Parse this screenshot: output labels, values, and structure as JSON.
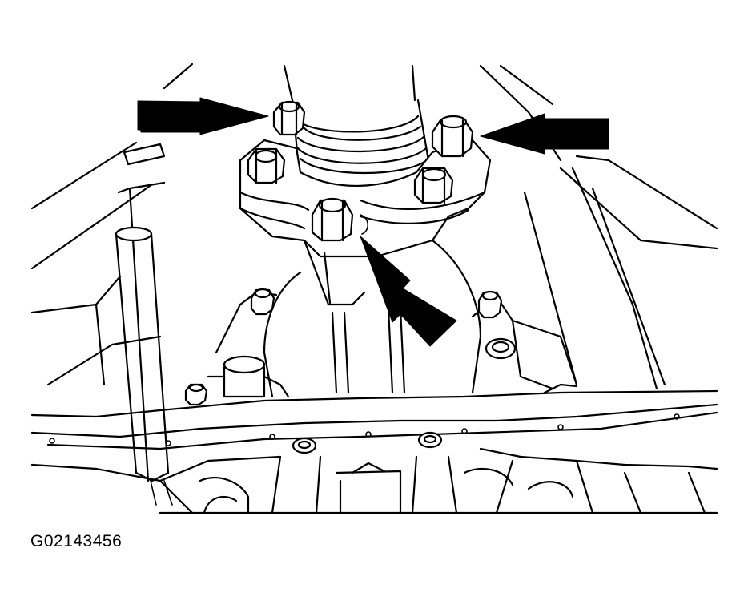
{
  "figure": {
    "id_label": "G02143456"
  },
  "callouts": [
    {
      "name": "arrow-upper-left-bolt",
      "points_to": "upper-left-flange-bolt"
    },
    {
      "name": "arrow-upper-right-bolt",
      "points_to": "upper-right-flange-bolt"
    },
    {
      "name": "arrow-lower-center-bolt",
      "points_to": "lower-center-flange-bolt"
    }
  ],
  "colors": {
    "line": "#000000",
    "background": "#ffffff"
  }
}
